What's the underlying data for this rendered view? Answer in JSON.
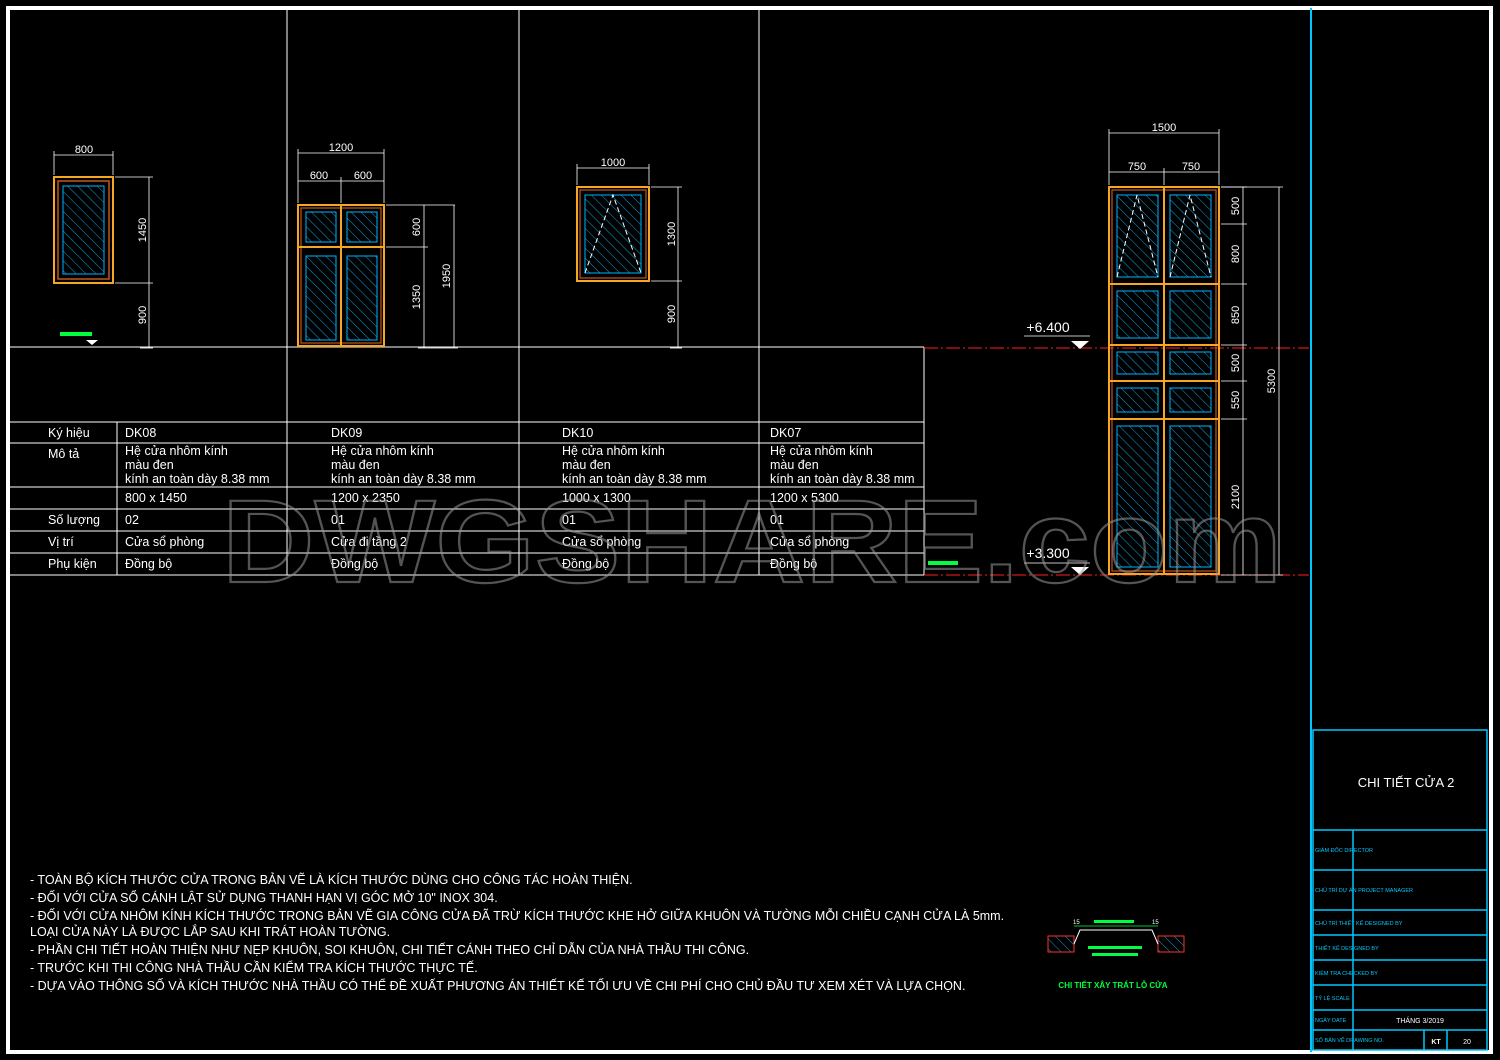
{
  "colors": {
    "background": "#000000",
    "frame": "#ffffff",
    "titleblock": "#00c8ff",
    "door_frame_outer": "#f5a623",
    "door_frame_inner": "#c0571d",
    "glass": "#00b4ff",
    "level_line": "#ff2020",
    "table_line": "#ffffff",
    "watermark": "#9a9a9a",
    "green_label": "#00ff40"
  },
  "watermark": "DWGSHARE.com",
  "elevations": {
    "dk08": {
      "width": "800",
      "height": "1450",
      "sill": "900"
    },
    "dk09": {
      "width": "1200",
      "leaf_left": "600",
      "leaf_right": "600",
      "top": "600",
      "bottom": "1350",
      "total": "1950"
    },
    "dk10": {
      "width": "1000",
      "height": "1300",
      "sill": "900"
    },
    "dk07": {
      "width": "1500",
      "leaf_left": "750",
      "leaf_right": "750",
      "heights": [
        "500",
        "800",
        "850",
        "500",
        "550",
        "2100"
      ],
      "total": "5300"
    }
  },
  "levels": {
    "upper": "+6.400",
    "lower": "+3.300"
  },
  "schedule": {
    "labels": {
      "code": "Ký hiệu",
      "desc": "Mô tả",
      "qty": "Số lượng",
      "loc": "Vị trí",
      "acc": "Phụ kiện"
    },
    "columns": [
      {
        "code": "DK08",
        "desc1": "Hệ cửa nhôm kính",
        "desc2": "màu đen",
        "desc3": "kính an toàn dày 8.38 mm",
        "size": "800 x 1450",
        "qty": "02",
        "loc": "Cửa sổ phòng",
        "acc": "Đồng bộ"
      },
      {
        "code": "DK09",
        "desc1": "Hệ cửa nhôm kính",
        "desc2": "màu đen",
        "desc3": "kính an toàn dày 8.38 mm",
        "size": "1200 x 2350",
        "qty": "01",
        "loc": "Cửa đi tầng 2",
        "acc": "Đồng bộ"
      },
      {
        "code": "DK10",
        "desc1": "Hệ cửa nhôm kính",
        "desc2": "màu đen",
        "desc3": "kính an toàn dày 8.38 mm",
        "size": "1000 x 1300",
        "qty": "01",
        "loc": "Cửa sổ phòng",
        "acc": "Đồng bộ"
      },
      {
        "code": "DK07",
        "desc1": "Hệ cửa nhôm kính",
        "desc2": "màu đen",
        "desc3": "kính an toàn dày 8.38 mm",
        "size": "1200 x 5300",
        "qty": "01",
        "loc": "Cửa sổ phòng",
        "acc": "Đồng bộ"
      }
    ]
  },
  "notes": [
    "- TOÀN BỘ KÍCH THƯỚC CỬA TRONG BẢN VẼ LÀ KÍCH THƯỚC DÙNG CHO CÔNG TÁC HOÀN THIỆN.",
    "- ĐỐI VỚI CỬA SỔ CÁNH LẬT SỬ DỤNG THANH HẠN VỊ GÓC MỞ 10\" INOX 304.",
    "- ĐỐI VỚI CỬA NHÔM KÍNH KÍCH THƯỚC TRONG BẢN VẼ GIA CÔNG CỬA ĐÃ TRỪ KÍCH THƯỚC KHE HỞ GIỮA KHUÔN VÀ TƯỜNG MỖI CHIỀU CẠNH CỬA LÀ 5mm.",
    "  LOẠI CỬA NÀY LÀ ĐƯỢC LẮP SAU KHI TRÁT HOÀN TƯỜNG.",
    "-  PHẦN CHI TIẾT HOÀN THIỆN NHƯ NẸP KHUÔN, SOI KHUÔN, CHI TIẾT CÁNH THEO CHỈ DẪN CỦA NHÀ THẦU THI CÔNG.",
    "-  TRƯỚC KHI THI CÔNG NHÀ THẦU CẦN KIỂM TRA KÍCH THƯỚC THỰC TẾ.",
    "-  DỰA VÀO THÔNG SỐ VÀ KÍCH THƯỚC NHÀ THẦU CÓ THỂ ĐỀ XUẤT PHƯƠNG ÁN THIẾT KẾ TỐI ƯU VỀ CHI PHÍ CHO CHỦ ĐẦU TƯ XEM XÉT VÀ LỰA CHỌN."
  ],
  "detail": {
    "title": "CHI TIẾT XÂY TRÁT LỖ CỬA",
    "dim_left": "15",
    "dim_right": "15"
  },
  "titleblock": {
    "drawing_title": "CHI TIẾT CỬA 2",
    "row_labels": [
      "GIÁM ĐỐC DIRECTOR",
      "CHỦ TRÌ DỰ ÁN PROJECT MANAGER",
      "CHỦ TRÌ THIẾT KẾ DESIGNED BY",
      "THIẾT KẾ DESIGNED BY",
      "KIỂM TRA CHECKED BY",
      "TỶ LỆ SCALE",
      "NGÀY DATE",
      "SỐ BẢN VẼ DRAWING NO."
    ],
    "date": "THÁNG 3/2019",
    "code": "KT",
    "number": "20"
  }
}
